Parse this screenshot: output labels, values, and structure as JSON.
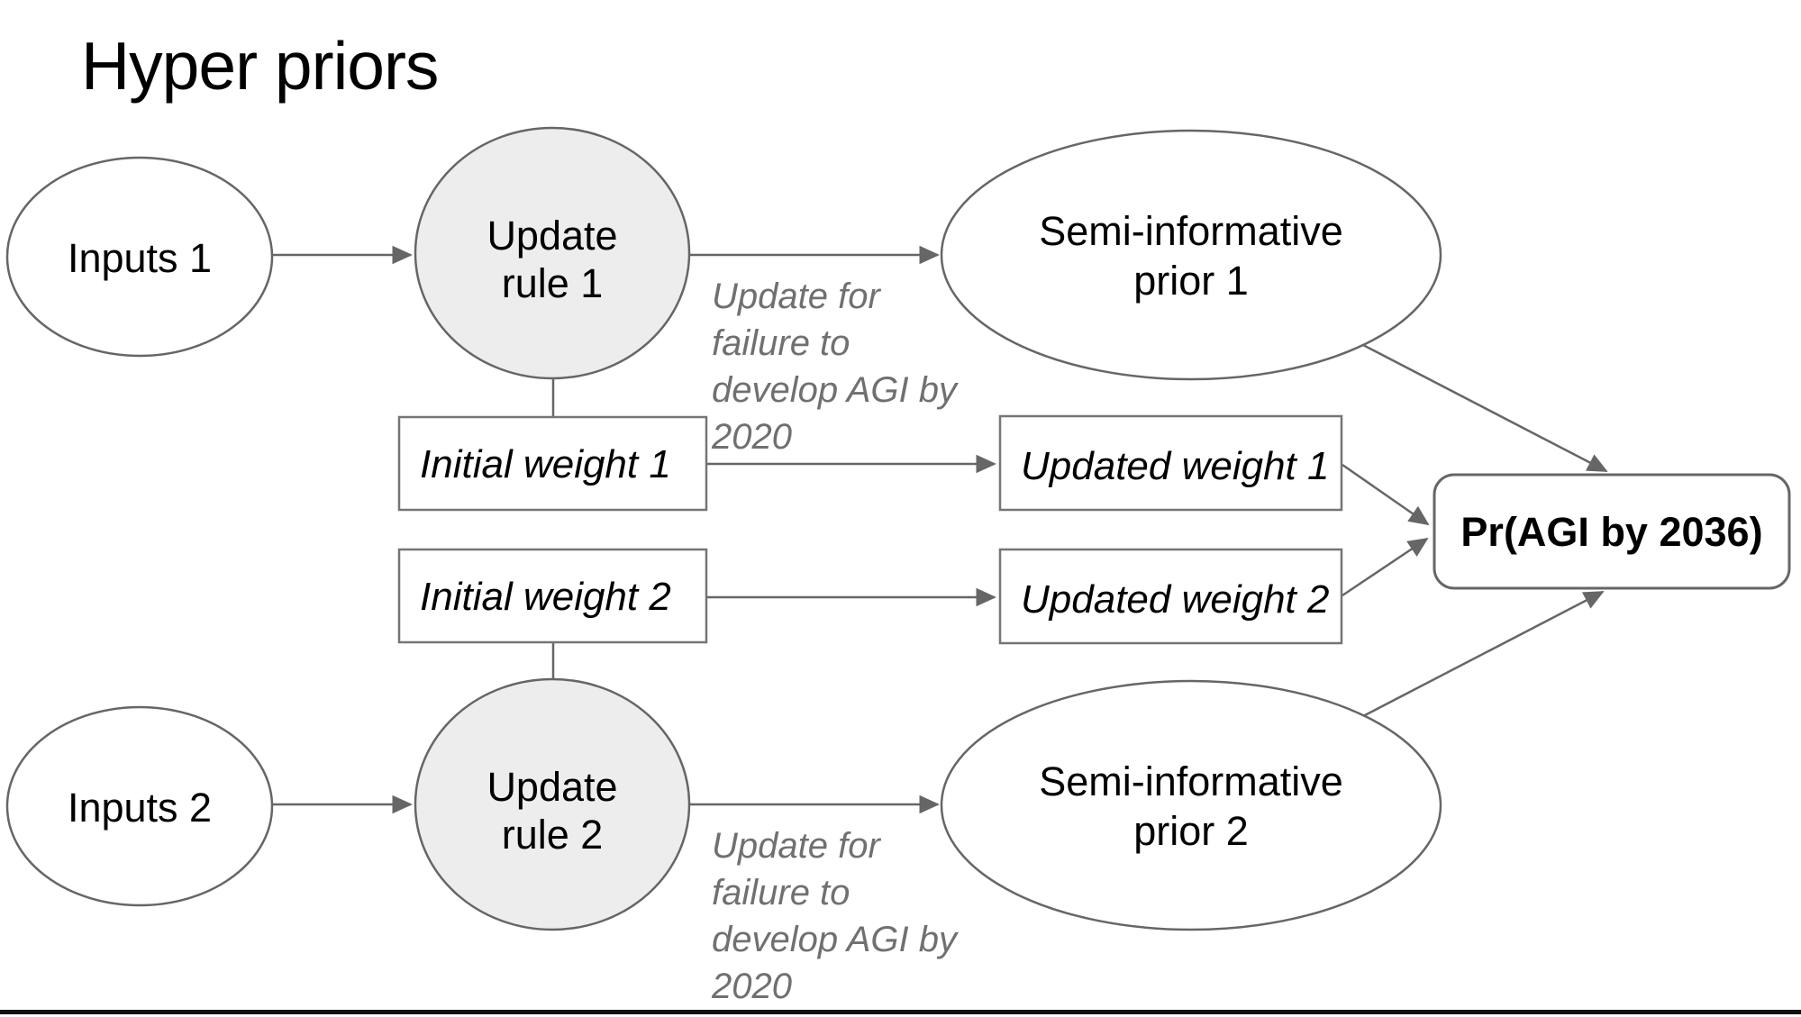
{
  "title": "Hyper priors",
  "colors": {
    "node_fill_white": "#ffffff",
    "node_fill_gray": "#ededed",
    "stroke_gray": "#666666",
    "box_stroke_gray": "#757575",
    "edge_label_gray": "#707070",
    "text_black": "#000000",
    "bottom_rule_black": "#111111"
  },
  "nodes": {
    "inputs_1": {
      "label": "Inputs 1"
    },
    "inputs_2": {
      "label": "Inputs 2"
    },
    "update_rule_1": {
      "line1": "Update",
      "line2": "rule 1"
    },
    "update_rule_2": {
      "line1": "Update",
      "line2": "rule 2"
    },
    "semi_prior_1": {
      "line1": "Semi-informative",
      "line2": "prior 1"
    },
    "semi_prior_2": {
      "line1": "Semi-informative",
      "line2": "prior 2"
    },
    "initial_weight_1": {
      "label": "Initial weight 1"
    },
    "initial_weight_2": {
      "label": "Initial weight 2"
    },
    "updated_weight_1": {
      "label": "Updated weight 1"
    },
    "updated_weight_2": {
      "label": "Updated weight 2"
    },
    "pr_agi": {
      "label": "Pr(AGI by 2036)"
    }
  },
  "edge_labels": {
    "update_failure_1": {
      "line1": "Update for",
      "line2": "failure to",
      "line3": "develop AGI by",
      "line4": "2020"
    },
    "update_failure_2": {
      "line1": "Update for",
      "line2": "failure to",
      "line3": "develop AGI by",
      "line4": "2020"
    }
  }
}
